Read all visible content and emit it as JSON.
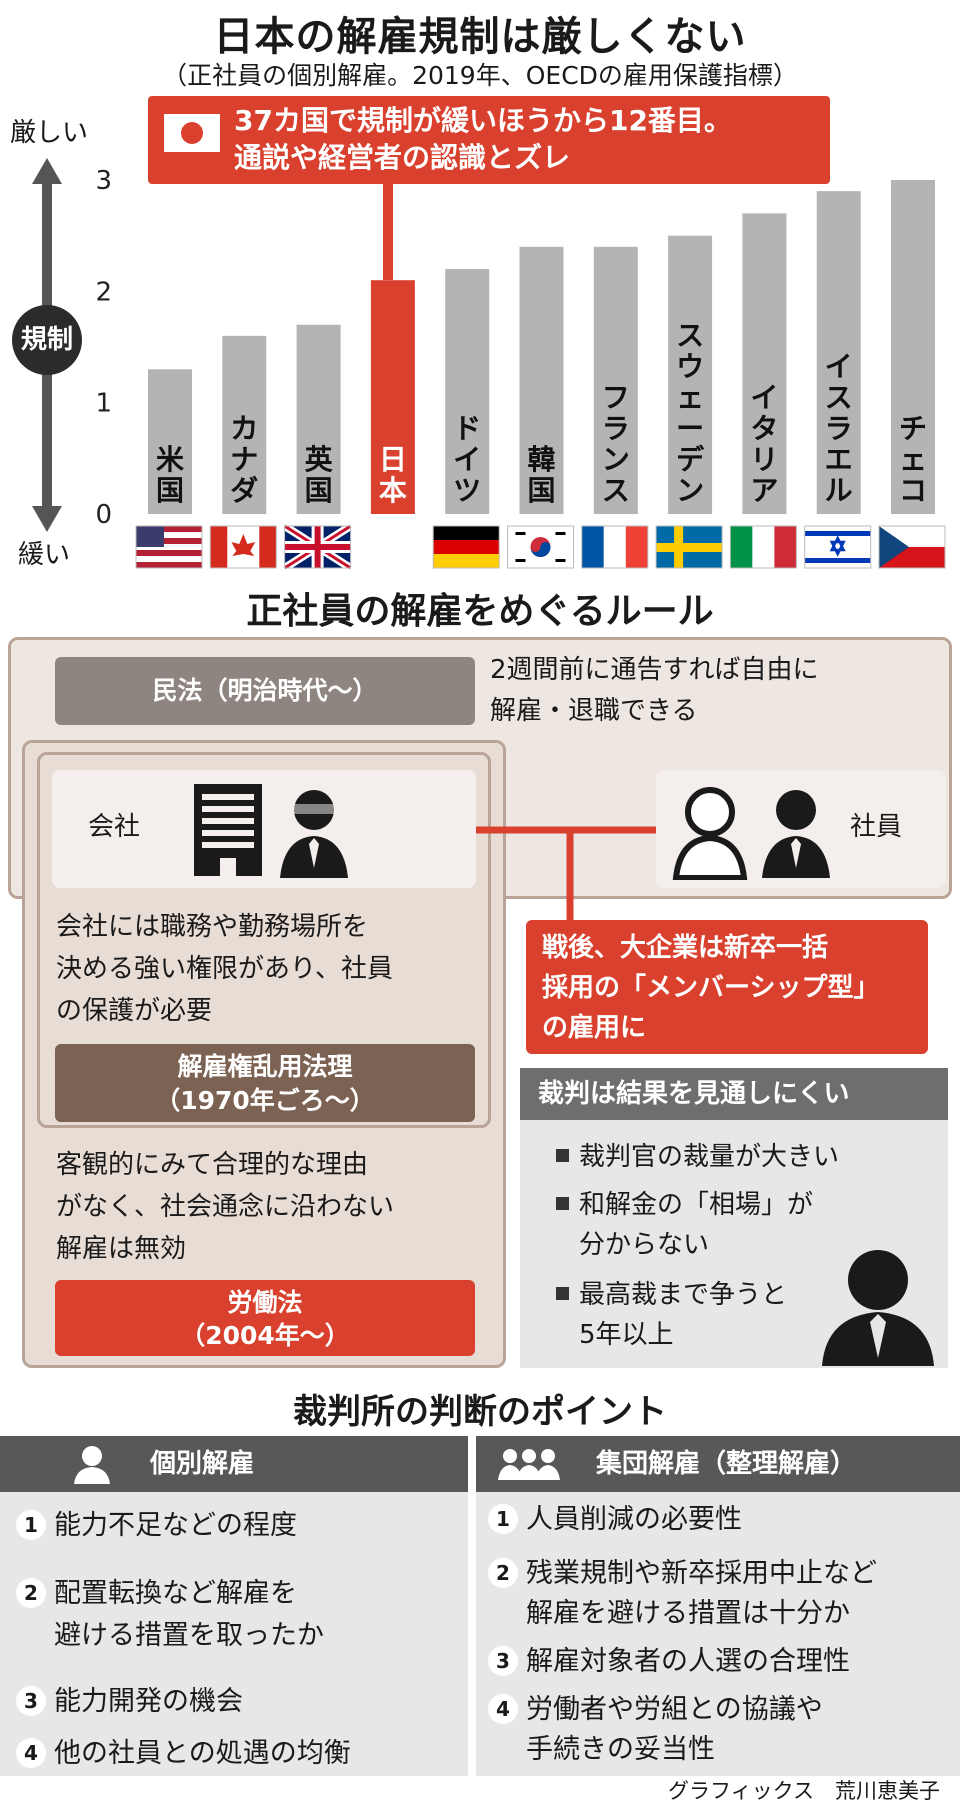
{
  "header": {
    "title": "日本の解雇規制は厳しくない",
    "subtitle": "（正社員の個別解雇。2019年、OECDの雇用保護指標）"
  },
  "axis": {
    "top_word": "厳しい",
    "bottom_word": "緩い",
    "center_word": "規制"
  },
  "callout": {
    "line1": "37カ国で規制が緩いほうから12番目。",
    "line2": "通説や経営者の認識とズレ"
  },
  "chart_data": {
    "type": "bar",
    "title": "日本の解雇規制は厳しくない",
    "subtitle": "（正社員の個別解雇。2019年、OECDの雇用保護指標）",
    "categories": [
      "米国",
      "カナダ",
      "英国",
      "日本",
      "ドイツ",
      "韓国",
      "フランス",
      "スウェーデン",
      "イタリア",
      "イスラエル",
      "チェコ"
    ],
    "values": [
      1.3,
      1.6,
      1.7,
      2.1,
      2.2,
      2.4,
      2.4,
      2.5,
      2.7,
      2.9,
      3.0
    ],
    "highlight": "日本",
    "colors": {
      "bar": "#b4b4b4",
      "highlight": "#d9412e"
    },
    "yticks": [
      "0",
      "1",
      "2",
      "3"
    ],
    "ylim": [
      0,
      3.3
    ],
    "grid": false,
    "flags": [
      "us",
      "ca",
      "gb",
      "",
      "de",
      "kr",
      "fr",
      "se",
      "it",
      "il",
      "cz"
    ]
  },
  "rules": {
    "title": "正社員の解雇をめぐるルール",
    "civil_label": "民法（明治時代〜）",
    "civil_text_1": "2週間前に通告すれば自由に",
    "civil_text_2": "解雇・退職できる",
    "company_label": "会社",
    "employee_label": "社員",
    "company_power_1": "会社には職務や勤務場所を",
    "company_power_2": "決める強い権限があり、社員",
    "company_power_3": "の保護が必要",
    "abuse_label_1": "解雇権乱用法理",
    "abuse_label_2": "（1970年ごろ〜）",
    "abuse_text_1": "客観的にみて合理的な理由",
    "abuse_text_2": "がなく、社会通念に沿わない",
    "abuse_text_3": "解雇は無効",
    "labor_label_1": "労働法",
    "labor_label_2": "（2004年〜）",
    "postwar_1": "戦後、大企業は新卒一括",
    "postwar_2": "採用の「メンバーシップ型」",
    "postwar_3": "の雇用に",
    "trial_head": "裁判は結果を見通しにくい",
    "trial_1": "裁判官の裁量が大きい",
    "trial_2a": "和解金の「相場」が",
    "trial_2b": "分からない",
    "trial_3a": "最高裁まで争うと",
    "trial_3b": "5年以上"
  },
  "points": {
    "title": "裁判所の判断のポイント",
    "individual": {
      "head": "個別解雇",
      "items": [
        {
          "n": "1",
          "l1": "能力不足などの程度",
          "l2": ""
        },
        {
          "n": "2",
          "l1": "配置転換など解雇を",
          "l2": "避ける措置を取ったか"
        },
        {
          "n": "3",
          "l1": "能力開発の機会",
          "l2": ""
        },
        {
          "n": "4",
          "l1": "他の社員との処遇の均衡",
          "l2": ""
        }
      ]
    },
    "collective": {
      "head": "集団解雇（整理解雇）",
      "items": [
        {
          "n": "1",
          "l1": "人員削減の必要性",
          "l2": ""
        },
        {
          "n": "2",
          "l1": "残業規制や新卒採用中止など",
          "l2": "解雇を避ける措置は十分か"
        },
        {
          "n": "3",
          "l1": "解雇対象者の人選の合理性",
          "l2": ""
        },
        {
          "n": "4",
          "l1": "労働者や労組との協議や",
          "l2": "手続きの妥当性"
        }
      ]
    }
  },
  "credit": "グラフィックス　荒川恵美子"
}
